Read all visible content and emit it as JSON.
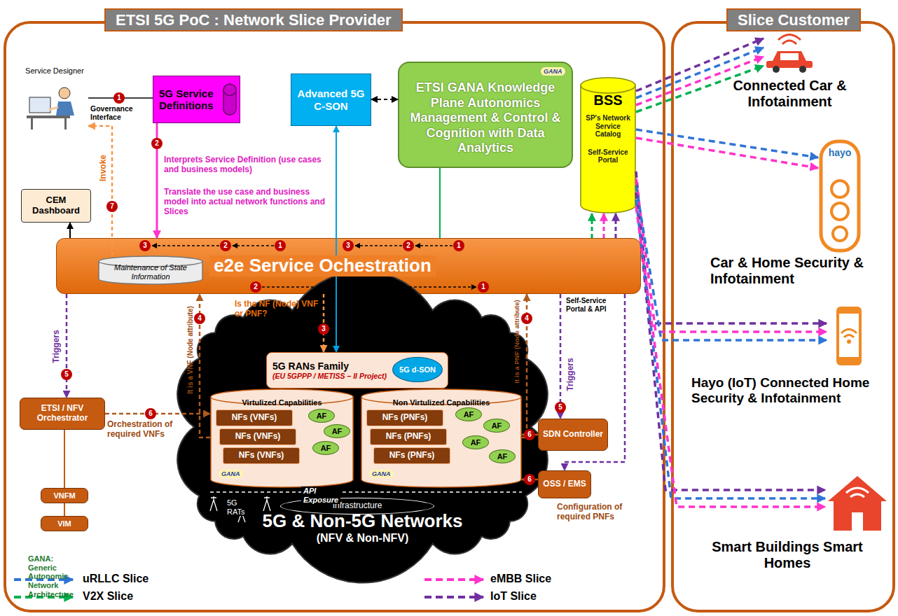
{
  "diagram": {
    "nodes": [
      {
        "text": [
          "ETSI 5G PoC : Network Slice Provider"
        ]
      },
      {
        "text": [
          "Service Designer"
        ],
        "in": 0
      },
      {
        "text": [
          "5G Service Definitions"
        ],
        "in": 0
      },
      {
        "text": [
          "Advanced 5G C-SON"
        ],
        "in": 0
      },
      {
        "text": [
          "ETSI GANA Knowledge Plane Autonomics Management & Control & Cognition with Data Analytics"
        ],
        "in": 0
      },
      {
        "text": [
          "BSS",
          "SP's Network Service Catalog",
          "Self-Service Portal"
        ],
        "in": 0
      },
      {
        "text": [
          "CEM Dashboard"
        ],
        "in": 0
      },
      {
        "text": [
          "e2e Service Ochestration"
        ],
        "in": 0
      },
      {
        "text": [
          "Maintenance of State Information"
        ],
        "in": 7
      },
      {
        "text": [
          "5G & Non-5G Networks",
          "(NFV & Non-NFV)"
        ],
        "in": 0
      },
      {
        "text": [
          "5G RANs Family",
          "(EU 5GPPP / METISS – II Project)"
        ],
        "in": 9
      },
      {
        "text": [
          "5G d-SON"
        ],
        "in": 10
      },
      {
        "text": [
          "Virtulized Capabilities"
        ],
        "in": 9
      },
      {
        "text": [
          "NFs (VNFs)"
        ],
        "in": 12
      },
      {
        "text": [
          "NFs (VNFs)"
        ],
        "in": 12
      },
      {
        "text": [
          "NFs (VNFs)"
        ],
        "in": 12
      },
      {
        "text": [
          "AF"
        ],
        "in": 12
      },
      {
        "text": [
          "AF"
        ],
        "in": 12
      },
      {
        "text": [
          "AF"
        ],
        "in": 12
      },
      {
        "text": [
          "Non Virtulized Capabilities"
        ],
        "in": 9
      },
      {
        "text": [
          "NFs (PNFs)"
        ],
        "in": 19
      },
      {
        "text": [
          "NFs (PNFs)"
        ],
        "in": 19
      },
      {
        "text": [
          "NFs (PNFs)"
        ],
        "in": 19
      },
      {
        "text": [
          "AF"
        ],
        "in": 19
      },
      {
        "text": [
          "AF"
        ],
        "in": 19
      },
      {
        "text": [
          "AF"
        ],
        "in": 19
      },
      {
        "text": [
          "AF"
        ],
        "in": 19
      },
      {
        "text": [
          "Infrastructure"
        ],
        "in": 9
      },
      {
        "text": [
          "ETSI / NFV Orchestrator"
        ],
        "in": 0
      },
      {
        "text": [
          "VNFM"
        ],
        "in": 0
      },
      {
        "text": [
          "VIM"
        ],
        "in": 0
      },
      {
        "text": [
          "SDN Controller"
        ],
        "in": 0
      },
      {
        "text": [
          "OSS / EMS"
        ],
        "in": 0
      },
      {
        "text": [
          "Slice Customer"
        ]
      },
      {
        "text": [
          "Connected Car & Infotainment"
        ],
        "in": 33
      },
      {
        "text": [
          "hayo",
          "Car & Home Security & Infotainment"
        ],
        "in": 33
      },
      {
        "text": [
          "Hayo (IoT) Connected Home Security & Infotainment"
        ],
        "in": 33
      },
      {
        "text": [
          "Smart Buildings Smart Homes"
        ],
        "in": 33
      }
    ],
    "edges": [
      {
        "from": 1,
        "to": 2,
        "arrow": "none",
        "label": "Governance Interface"
      },
      {
        "from": 2,
        "to": 7,
        "arrow": "to"
      },
      {
        "from": 3,
        "to": 4,
        "arrow": "both"
      },
      {
        "from": 3,
        "to": 10,
        "arrow": "both"
      },
      {
        "from": 4,
        "to": 7,
        "arrow": "none"
      },
      {
        "from": 7,
        "to": 6,
        "arrow": "to"
      },
      {
        "from": 8,
        "to": 1,
        "arrow": "to",
        "label": "Invoke"
      },
      {
        "from": 7,
        "to": 10,
        "arrow": "to",
        "label": "Is the NF (Node) VNF or PNF?"
      },
      {
        "from": 12,
        "to": 7,
        "arrow": "to",
        "label": "It is a VNF (Node attribute)"
      },
      {
        "from": 19,
        "to": 7,
        "arrow": "to",
        "label": "It is a PNF (Node attribute)"
      },
      {
        "from": 7,
        "to": 28,
        "arrow": "to",
        "label": "Triggers"
      },
      {
        "from": 7,
        "to": 31,
        "arrow": "to",
        "label": "Triggers"
      },
      {
        "from": 7,
        "to": 32,
        "arrow": "to"
      },
      {
        "from": 28,
        "to": 12,
        "arrow": "to",
        "label": "Orchestration of required VNFs"
      },
      {
        "from": 31,
        "to": 19,
        "arrow": "to"
      },
      {
        "from": 32,
        "to": 19,
        "arrow": "to",
        "label": "Configuration of required PNFs"
      },
      {
        "from": 28,
        "to": 29,
        "arrow": "none"
      },
      {
        "from": 29,
        "to": 30,
        "arrow": "none"
      },
      {
        "from": 7,
        "to": 5,
        "arrow": "to"
      },
      {
        "from": 7,
        "to": 5,
        "arrow": "to"
      },
      {
        "from": 7,
        "to": 5,
        "arrow": "to"
      },
      {
        "from": 5,
        "to": 34,
        "arrow": "to"
      },
      {
        "from": 5,
        "to": 34,
        "arrow": "to"
      },
      {
        "from": 5,
        "to": 34,
        "arrow": "to"
      },
      {
        "from": 5,
        "to": 34,
        "arrow": "to"
      },
      {
        "from": 5,
        "to": 35,
        "arrow": "to"
      },
      {
        "from": 5,
        "to": 35,
        "arrow": "to"
      },
      {
        "from": 5,
        "to": 36,
        "arrow": "to"
      },
      {
        "from": 5,
        "to": 36,
        "arrow": "to"
      },
      {
        "from": 5,
        "to": 36,
        "arrow": "to"
      },
      {
        "from": 5,
        "to": 37,
        "arrow": "to"
      },
      {
        "from": 5,
        "to": 37,
        "arrow": "to"
      },
      {
        "from": 5,
        "to": 37,
        "arrow": "to"
      }
    ],
    "labels": [
      "1",
      "Interprets Service Definition (use cases and business models)",
      "2",
      "Translate the use case and business model into actual network functions and Slices",
      "7",
      "3",
      "2",
      "1",
      "3",
      "2",
      "1",
      "2",
      "1",
      "GANA",
      "3",
      "4",
      "4",
      "Self-Service Portal & API",
      "5",
      "5",
      "6",
      "6",
      "6",
      "GANA",
      "GANA",
      "API Exposure",
      "5G RATs",
      "GANA: Generic Autonomic Network Architecture"
    ],
    "legend": [
      {
        "text": "uRLLC Slice"
      },
      {
        "text": "V2X Slice"
      },
      {
        "text": "eMBB Slice"
      },
      {
        "text": "IoT Slice"
      }
    ]
  }
}
